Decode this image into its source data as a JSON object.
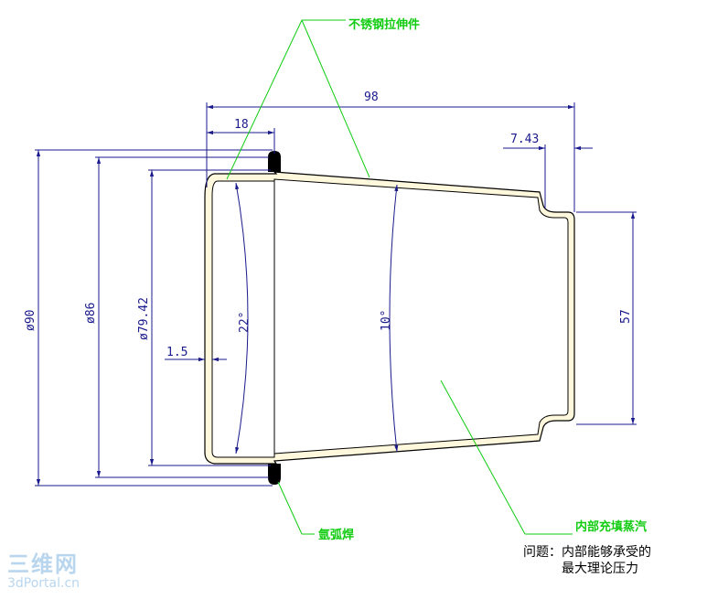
{
  "callouts": {
    "stainless_part": "不锈钢拉伸件",
    "argon_weld": "氩弧焊",
    "inner_fill": "内部充填蒸汽"
  },
  "dimensions": {
    "overall_length": "98",
    "flange_offset": "18",
    "neck_length": "7.43",
    "outer_dia": "ø90",
    "mid_dia": "ø86",
    "inner_dia": "ø79.42",
    "wall": "1.5",
    "angle_left": "22°",
    "angle_mid": "10°",
    "neck_dia": "57"
  },
  "question": {
    "line1": "问题：内部能够承受的",
    "line2": "最大理论压力"
  },
  "logo": {
    "cn": "三维网",
    "en": "3dPortal.cn"
  },
  "colors": {
    "callout": "#11cc11",
    "dimension": "#1a1a8c",
    "vessel_fill": "#fff8dc",
    "outline": "#000000"
  }
}
